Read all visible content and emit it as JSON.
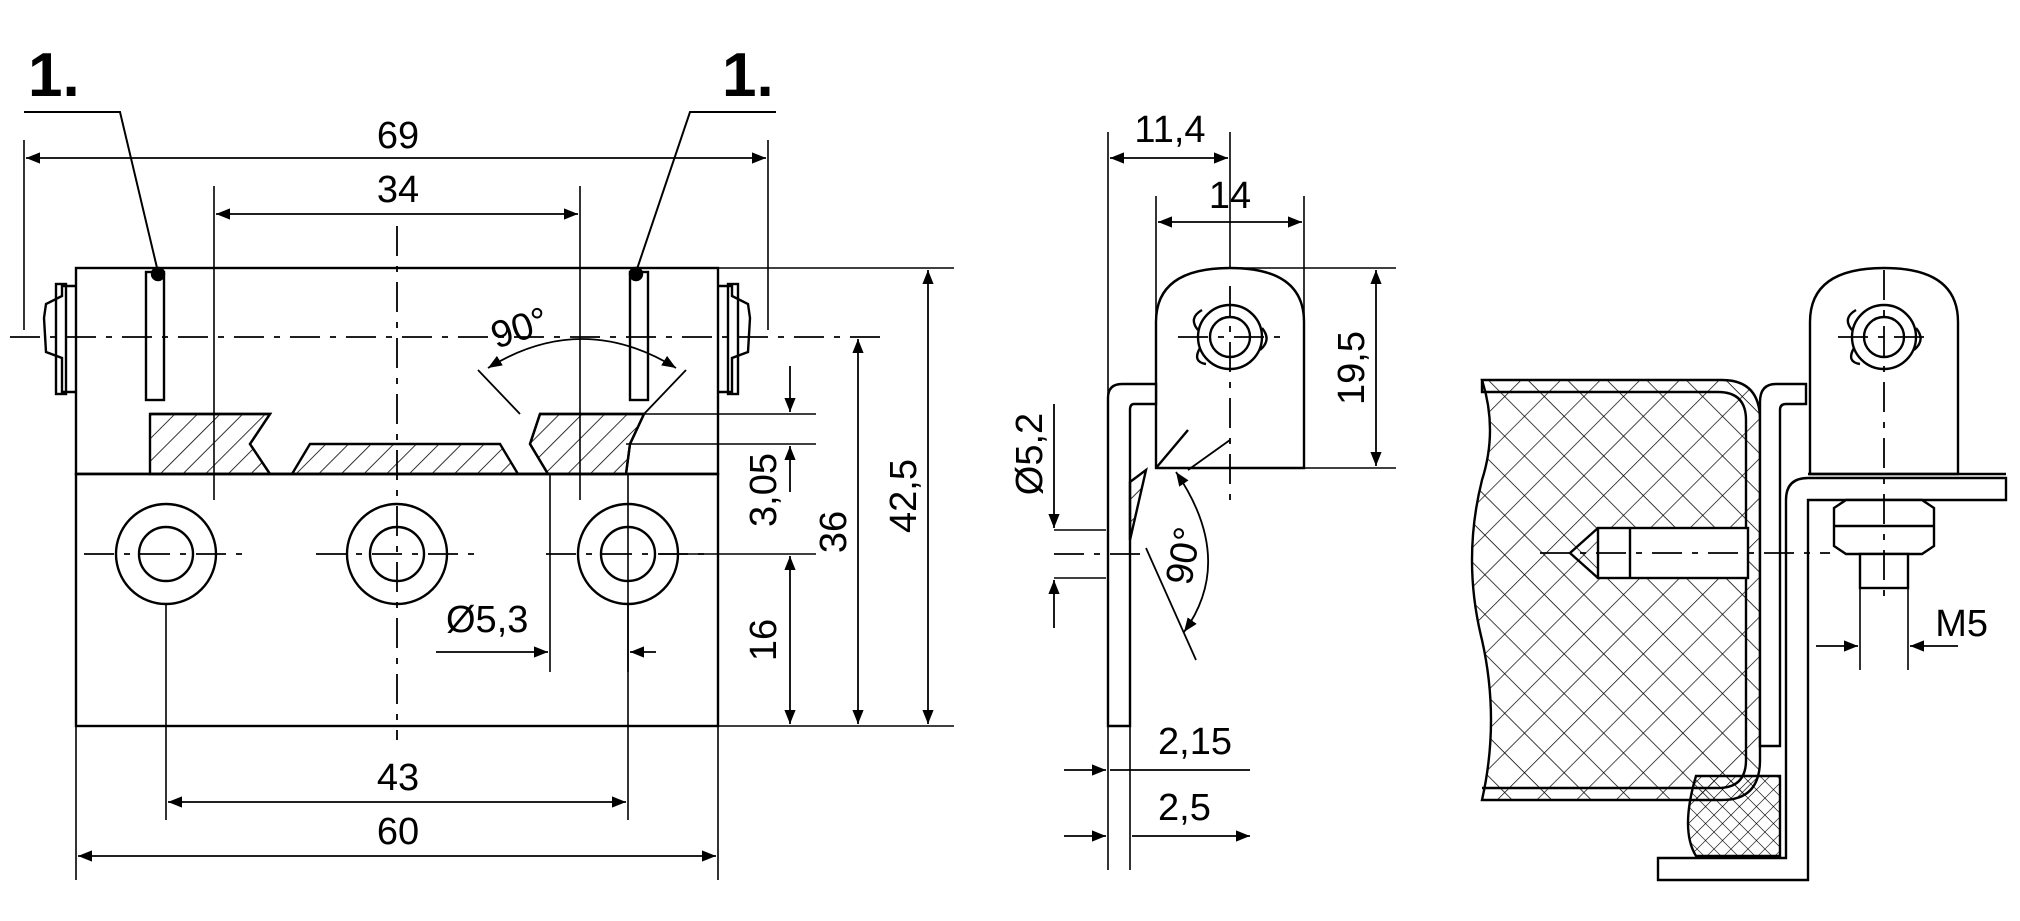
{
  "callouts": {
    "left": "1.",
    "right": "1."
  },
  "front_view": {
    "dims": {
      "overall_width": "69",
      "pin_span": "34",
      "hole_pitch": "43",
      "plate_width": "60",
      "hole_diameter": "Ø5,3",
      "hole_height": "16",
      "offset": "3,05",
      "height_36": "36",
      "height_42_5": "42,5",
      "angle": "90°"
    }
  },
  "side_view": {
    "dims": {
      "top_11_4": "11,4",
      "top_14": "14",
      "height_19_5": "19,5",
      "hole_diameter": "Ø5,2",
      "angle": "90°",
      "thickness_2_15": "2,15",
      "thickness_2_5": "2,5"
    }
  },
  "section_view": {
    "dims": {
      "thread": "M5"
    }
  },
  "colors": {
    "line": "#000000",
    "background": "#ffffff"
  }
}
